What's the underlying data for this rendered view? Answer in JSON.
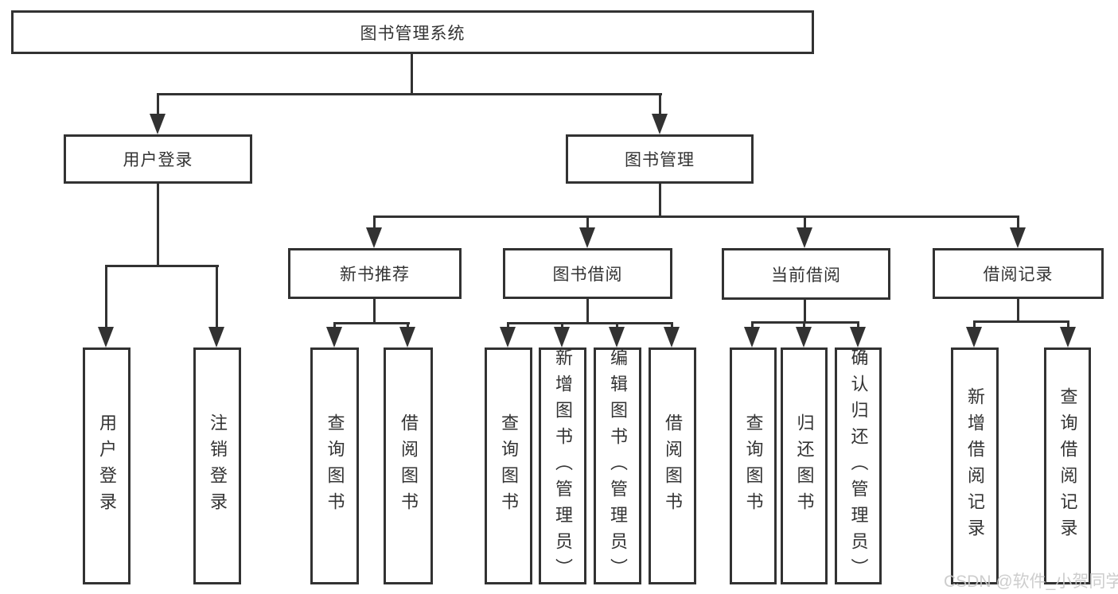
{
  "diagram": {
    "root": {
      "label": "图书管理系统"
    },
    "level2": [
      {
        "id": "user-login",
        "label": "用户登录"
      },
      {
        "id": "book-management",
        "label": "图书管理"
      }
    ],
    "level3": [
      {
        "id": "new-book-recommend",
        "label": "新书推荐"
      },
      {
        "id": "book-borrow",
        "label": "图书借阅"
      },
      {
        "id": "current-borrow",
        "label": "当前借阅"
      },
      {
        "id": "borrow-record",
        "label": "借阅记录"
      }
    ],
    "leaves": {
      "user_login": [
        {
          "label": "用户登录"
        },
        {
          "label": "注销登录"
        }
      ],
      "new_book": [
        {
          "label": "查询图书"
        },
        {
          "label": "借阅图书"
        }
      ],
      "book_borrow": [
        {
          "label": "查询图书"
        },
        {
          "label": "新增图书（管理员）"
        },
        {
          "label": "编辑图书（管理员）"
        },
        {
          "label": "借阅图书"
        }
      ],
      "current_borrow": [
        {
          "label": "查询图书"
        },
        {
          "label": "归还图书"
        },
        {
          "label": "确认归还（管理员）"
        }
      ],
      "borrow_record": [
        {
          "label": "新增借阅记录"
        },
        {
          "label": "查询借阅记录"
        }
      ]
    }
  },
  "colors": {
    "line": "#323232",
    "text": "#333333",
    "background": "#ffffff",
    "watermark": "#c8c8c8"
  },
  "watermark": {
    "text": "CSDN @软件_小贺同学"
  }
}
